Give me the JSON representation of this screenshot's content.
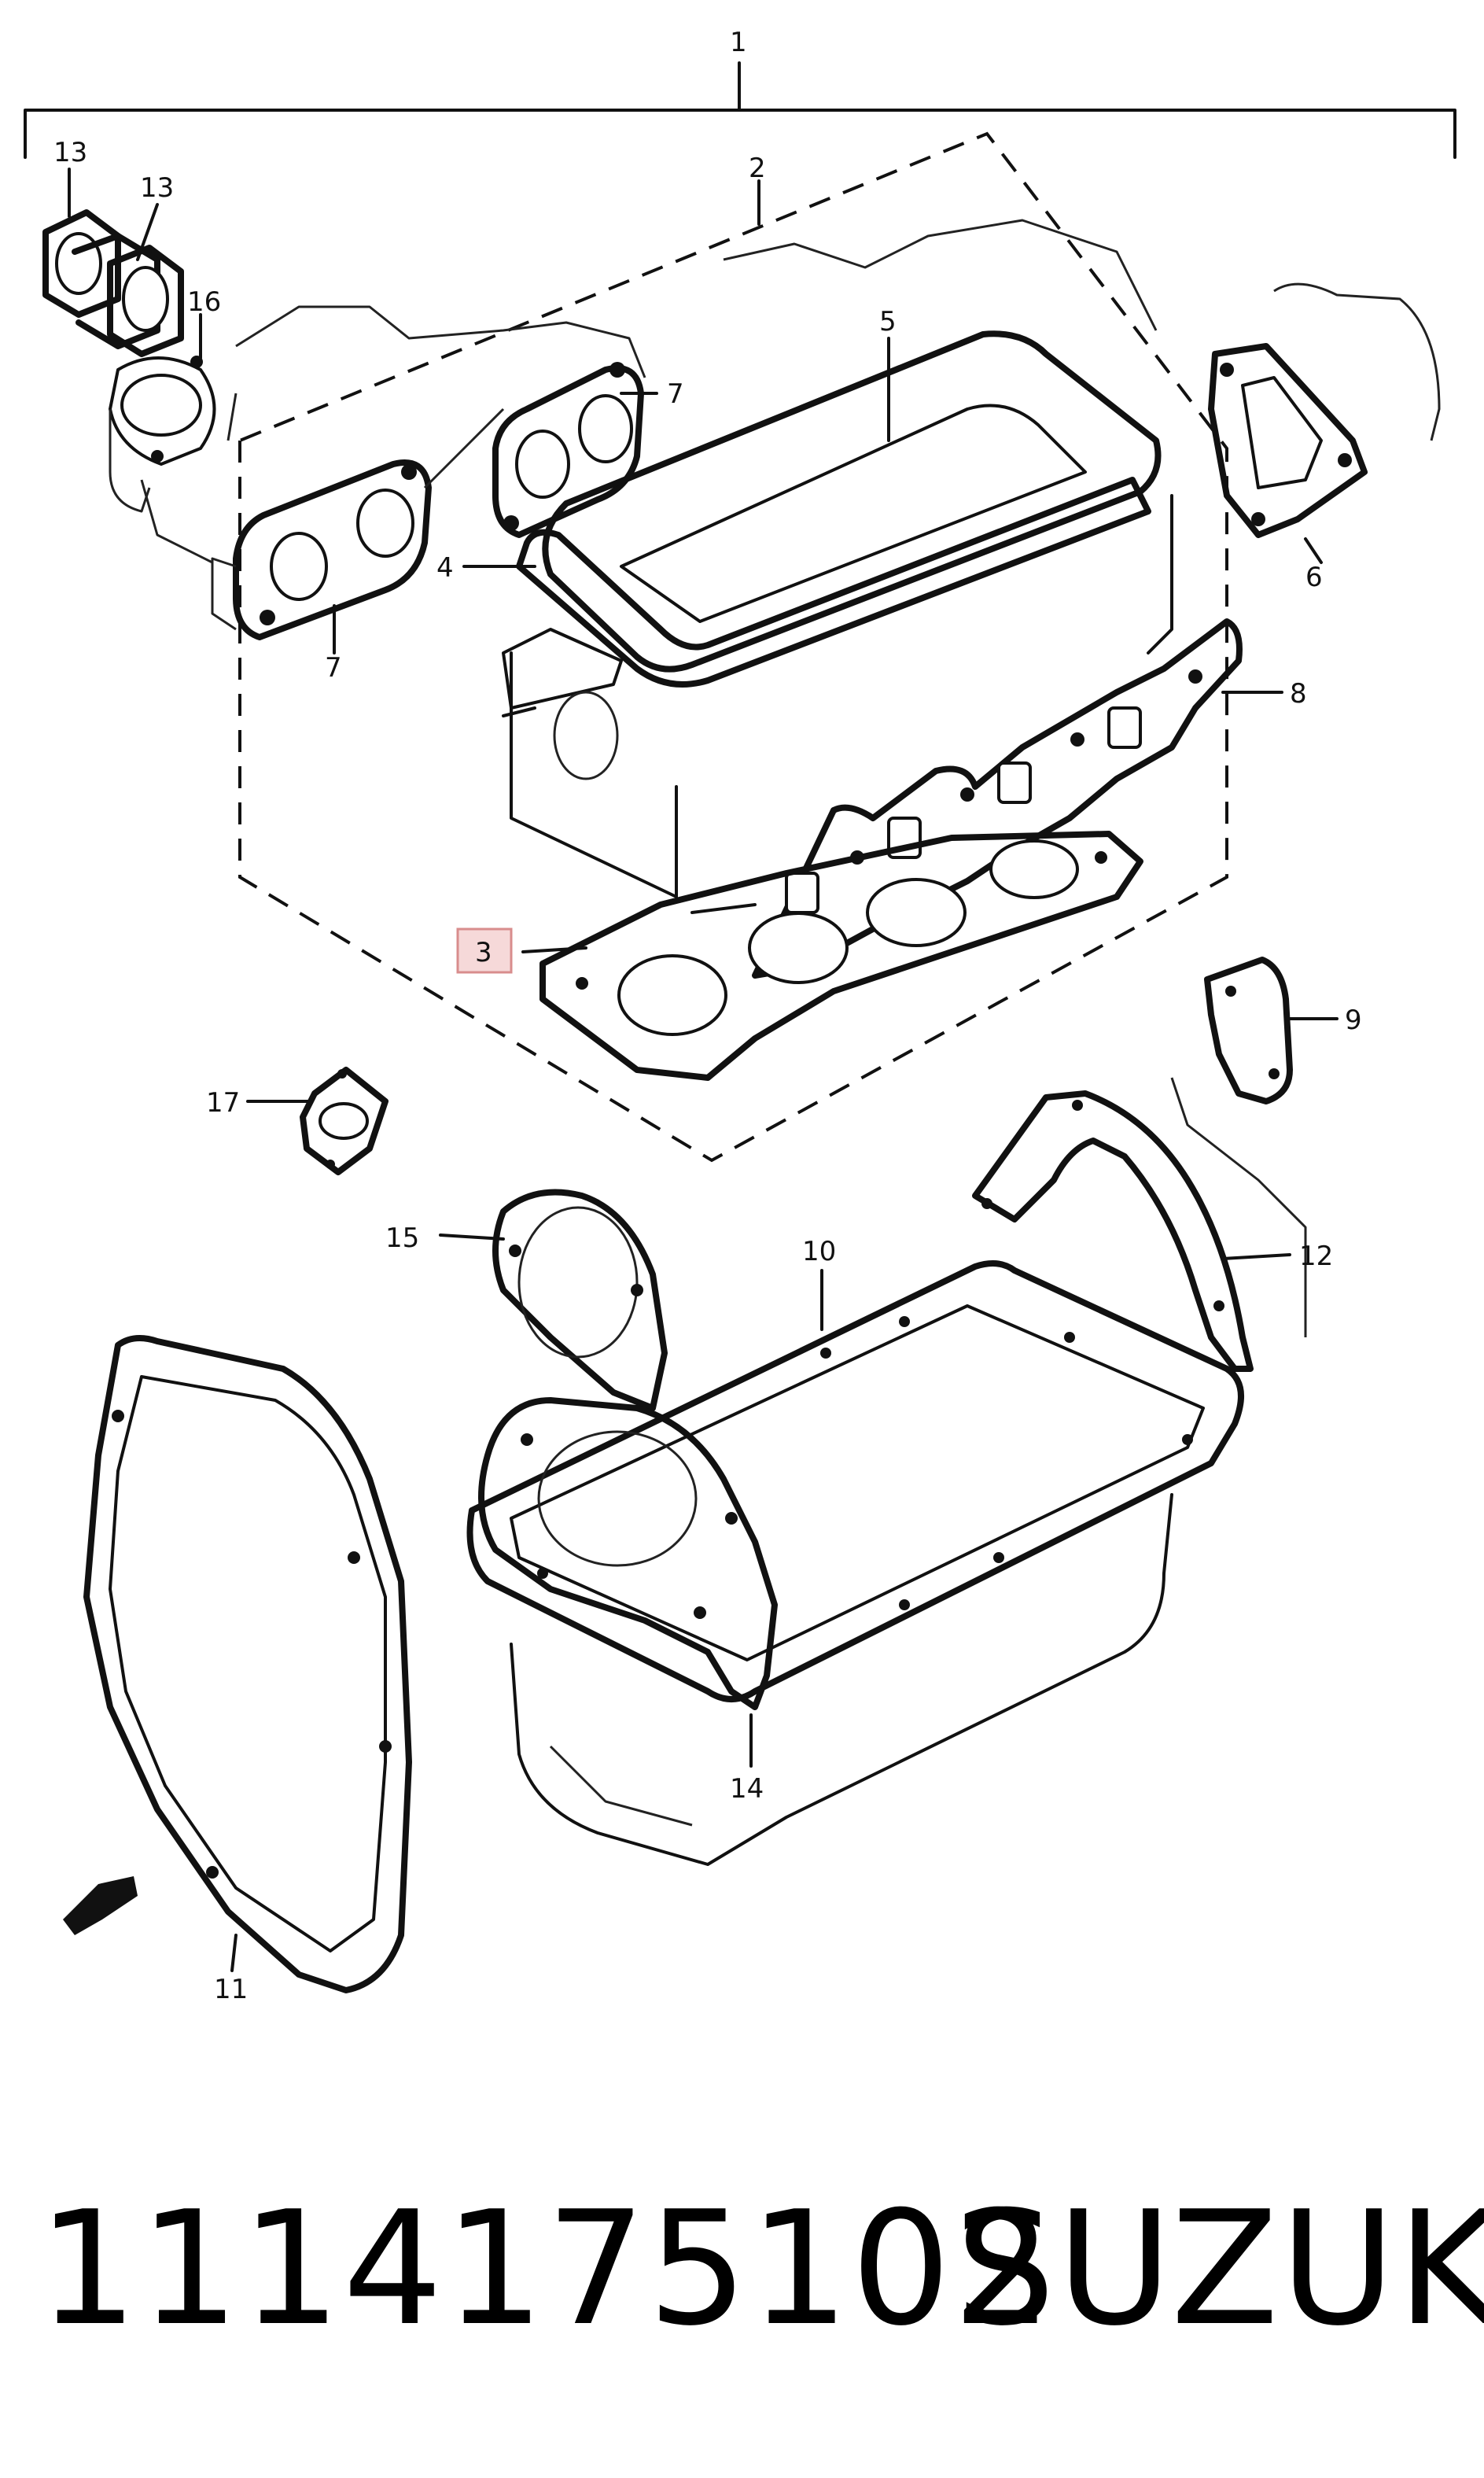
{
  "diagram": {
    "callouts": {
      "c1": "1",
      "c2": "2",
      "c3": "3",
      "c4": "4",
      "c5": "5",
      "c6": "6",
      "c7a": "7",
      "c7b": "7",
      "c8": "8",
      "c9": "9",
      "c10": "10",
      "c11": "11",
      "c12": "12",
      "c13a": "13",
      "c13b": "13",
      "c14": "14",
      "c15": "15",
      "c16": "16",
      "c17": "17"
    },
    "highlighted_callout": "3",
    "highlight_color": "#f6d9d9"
  },
  "caption": {
    "part_number": "1114175102",
    "brand": "SUZUKI"
  }
}
